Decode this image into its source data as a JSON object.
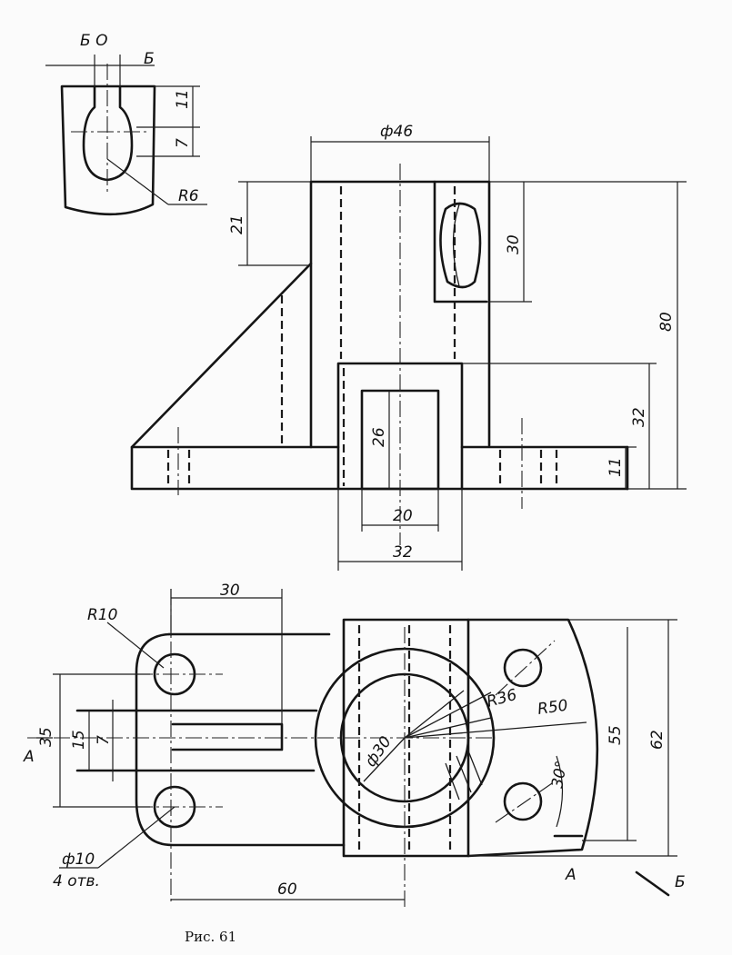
{
  "figure": {
    "caption": "Рис. 61",
    "view_label": "Б О",
    "section_labels": {
      "a_top": "А",
      "a_bottom": "А",
      "b_top": "Б",
      "b_bottom": "Б"
    },
    "dimensions": {
      "d46": "ф46",
      "h21": "21",
      "h30": "30",
      "h80": "80",
      "h32": "32",
      "h11_front": "11",
      "h26": "26",
      "w20": "20",
      "w32": "32",
      "top_11": "11",
      "top_7": "7",
      "r6": "R6",
      "w30_plan": "30",
      "r10": "R10",
      "h35": "35",
      "h15": "15",
      "h7_plan": "7",
      "r36": "R36",
      "r50": "R50",
      "d30": "ф30",
      "angle30": "30°",
      "h55": "55",
      "h62": "62",
      "w60": "60",
      "hole_d10": "ф10",
      "hole_count": "4 отв."
    }
  }
}
